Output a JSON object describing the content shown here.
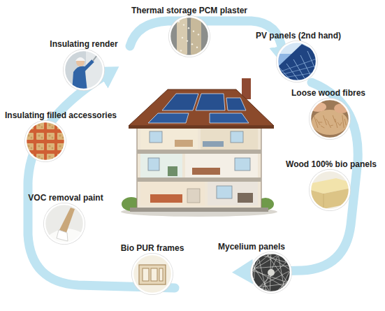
{
  "diagram": {
    "nodes": [
      {
        "text": [
          "Thermal storage PCM plaster"
        ]
      },
      {
        "text": [
          "PV panels (2nd hand)"
        ]
      },
      {
        "text": [
          "Loose wood fibres"
        ]
      },
      {
        "text": [
          "Wood 100% bio panels"
        ]
      },
      {
        "text": [
          "Mycelium panels"
        ]
      },
      {
        "text": [
          "Bio PUR frames"
        ]
      },
      {
        "text": [
          "VOC removal paint"
        ]
      },
      {
        "text": [
          "Insulating filled accessories"
        ]
      },
      {
        "text": [
          "Insulating render"
        ]
      }
    ]
  }
}
